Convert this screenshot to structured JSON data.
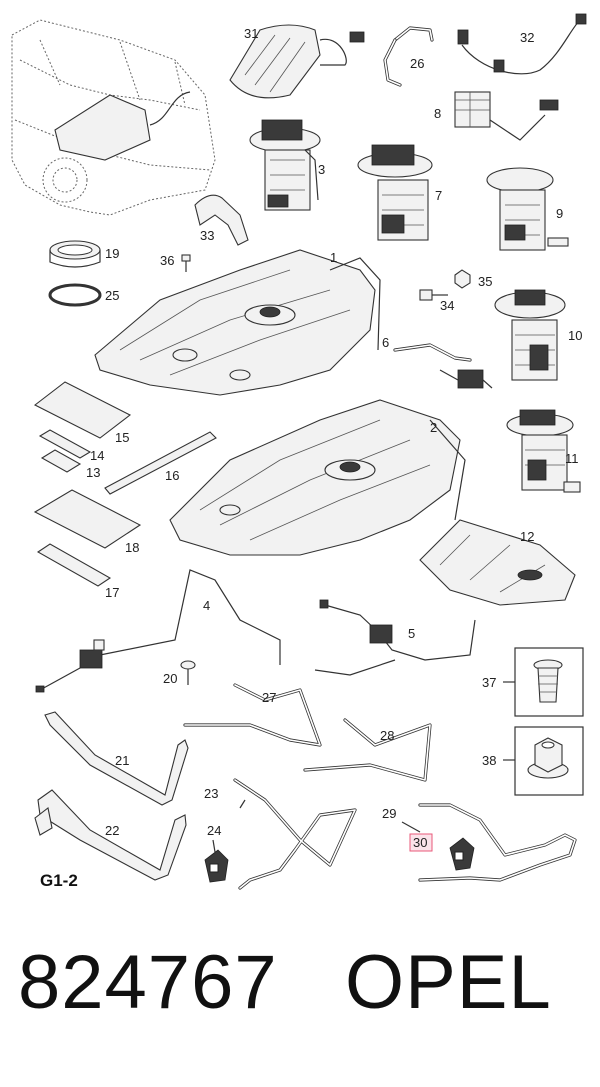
{
  "section_code": "G1-2",
  "footer": {
    "part_number": "824767",
    "brand": "OPEL"
  },
  "callouts": {
    "c1": "1",
    "c2": "2",
    "c3": "3",
    "c4": "4",
    "c5": "5",
    "c6": "6",
    "c7": "7",
    "c8": "8",
    "c9": "9",
    "c10": "10",
    "c11": "11",
    "c12": "12",
    "c13": "13",
    "c14": "14",
    "c15": "15",
    "c16": "16",
    "c17": "17",
    "c18": "18",
    "c19": "19",
    "c20": "20",
    "c21": "21",
    "c22": "22",
    "c23": "23",
    "c24": "24",
    "c25": "25",
    "c26": "26",
    "c27": "27",
    "c28": "28",
    "c29": "29",
    "c30": "30",
    "c31": "31",
    "c32": "32",
    "c33": "33",
    "c34": "34",
    "c35": "35",
    "c36": "36",
    "c37": "37",
    "c38": "38"
  },
  "highlight_color": "#e85a7a"
}
